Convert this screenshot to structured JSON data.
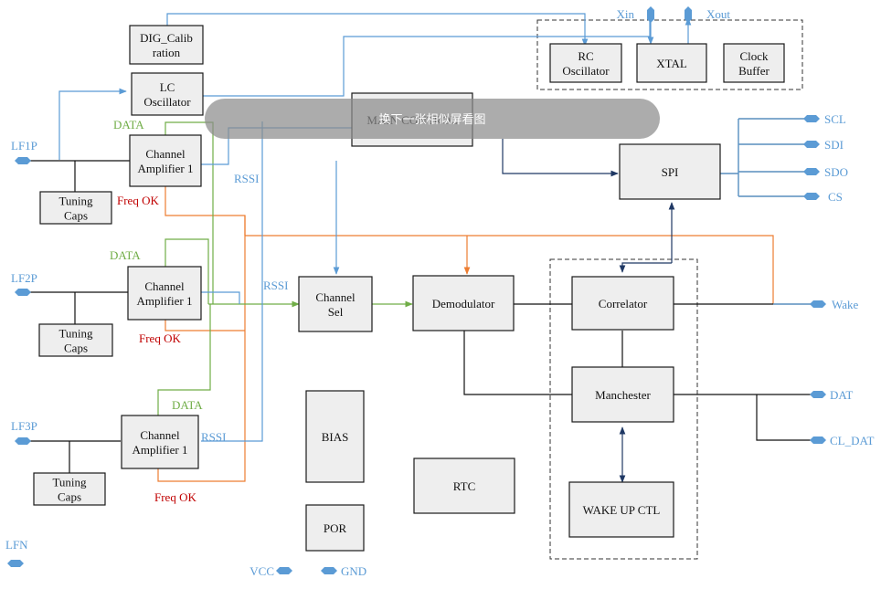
{
  "blocks": {
    "dig_calibration": [
      "DIG_Calib",
      "ration"
    ],
    "lc_oscillator": [
      "LC",
      "Oscillator"
    ],
    "rc_oscillator": [
      "RC",
      "Oscillator"
    ],
    "xtal": [
      "XTAL"
    ],
    "clock_buffer": [
      "Clock",
      "Buffer"
    ],
    "main_control": [
      "MAIN CONTROL"
    ],
    "spi": [
      "SPI"
    ],
    "channel_amp_1": [
      "Channel",
      "Amplifier 1"
    ],
    "channel_amp_2": [
      "Channel",
      "Amplifier 1"
    ],
    "channel_amp_3": [
      "Channel",
      "Amplifier 1"
    ],
    "tuning_caps_1": [
      "Tuning",
      "Caps"
    ],
    "tuning_caps_2": [
      "Tuning",
      "Caps"
    ],
    "tuning_caps_3": [
      "Tuning",
      "Caps"
    ],
    "channel_sel": [
      "Channel",
      "Sel"
    ],
    "demodulator": [
      "Demodulator"
    ],
    "correlator": [
      "Correlator"
    ],
    "manchester": [
      "Manchester"
    ],
    "wake_up_ctl": [
      "WAKE UP CTL"
    ],
    "bias": [
      "BIAS"
    ],
    "por": [
      "POR"
    ],
    "rtc": [
      "RTC"
    ]
  },
  "pins": {
    "xin": "Xin",
    "xout": "Xout",
    "lf1p": "LF1P",
    "lf2p": "LF2P",
    "lf3p": "LF3P",
    "lfn": "LFN",
    "scl": "SCL",
    "sdi": "SDI",
    "sdo": "SDO",
    "cs": "CS",
    "wake": "Wake",
    "dat": "DAT",
    "cl_dat": "CL_DAT",
    "vcc": "VCC",
    "gnd": "GND"
  },
  "signals": {
    "data_1": "DATA",
    "data_2": "DATA",
    "data_3": "DATA",
    "freq_ok_1": "Freq OK",
    "freq_ok_2": "Freq OK",
    "freq_ok_3": "Freq OK",
    "rssi_1": "RSSI",
    "rssi_2": "RSSI",
    "rssi_3": "RSSI"
  },
  "overlay": {
    "text": "换下一张相似屏看图"
  },
  "colors": {
    "block_fill": "#eeeeee",
    "pin_blue": "#5b9bd5",
    "data_green": "#70ad47",
    "freq_red": "#c00000",
    "orange": "#ed7d31",
    "navy": "#1f3864",
    "overlay_gray": "#8c8c8c"
  }
}
